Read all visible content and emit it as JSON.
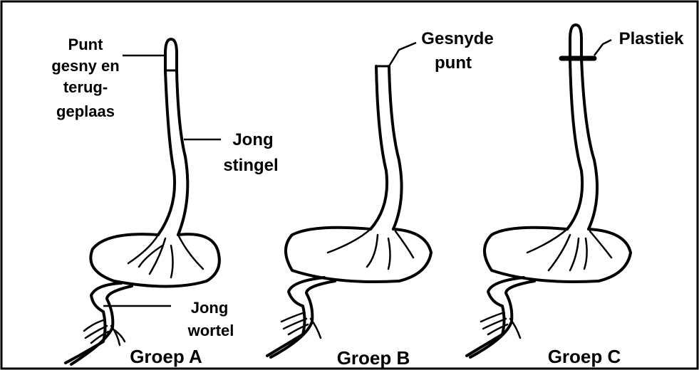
{
  "labels": {
    "punt_line1": "Punt",
    "punt_line2": "gesny en",
    "punt_line3": "terug-",
    "punt_line4": "geplaas",
    "jong_stingel_line1": "Jong",
    "jong_stingel_line2": "stingel",
    "jong_wortel_line1": "Jong",
    "jong_wortel_line2": "wortel",
    "gesnyde_line1": "Gesnyde",
    "gesnyde_line2": "punt",
    "plastiek": "Plastiek"
  },
  "groups": {
    "a": "Groep A",
    "b": "Groep B",
    "c": "Groep C"
  }
}
